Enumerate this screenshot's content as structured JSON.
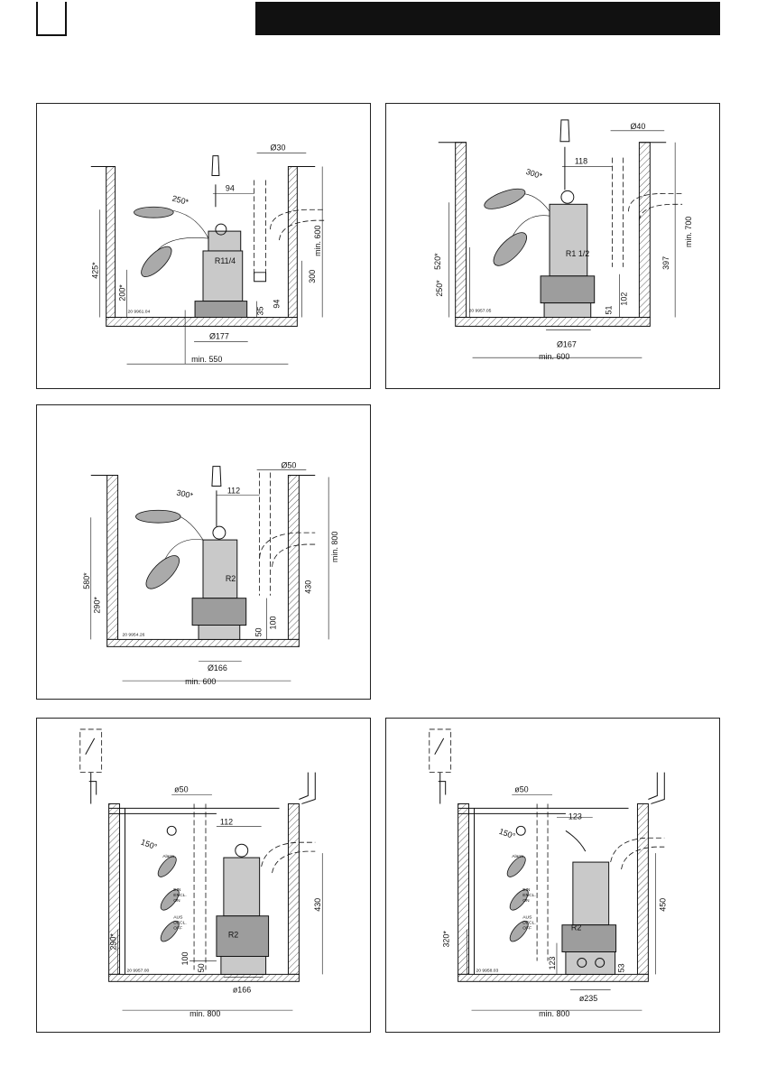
{
  "panels": {
    "p1": {
      "labels": {
        "d_pipe": "Ø30",
        "d_offset": "94",
        "cable": "250*",
        "thread": "R11/4",
        "h_total": "min. 600",
        "h_pipe": "300",
        "h_low": "94",
        "h_base": "35",
        "h_high": "425*",
        "h_mid": "200*",
        "drawing_no": "20 9961.04",
        "d_base": "Ø177",
        "w_min": "min. 550"
      }
    },
    "p2": {
      "labels": {
        "d_pipe": "Ø40",
        "d_offset": "118",
        "cable": "300*",
        "thread": "R1 1/2",
        "h_total": "min. 700",
        "h_pipe": "397",
        "h_low": "102",
        "h_base": "51",
        "h_high": "520*",
        "h_mid": "250*",
        "drawing_no": "20 9957.05",
        "d_base": "Ø167",
        "w_min": "min. 600"
      }
    },
    "p3": {
      "labels": {
        "d_pipe": "Ø50",
        "d_offset": "112",
        "cable": "300*",
        "thread": "R2",
        "h_total": "min. 800",
        "h_pipe": "430",
        "h_low": "100",
        "h_base": "50",
        "h_high": "580*",
        "h_mid": "290*",
        "drawing_no": "20 9954.26",
        "d_base": "Ø166",
        "w_min": "min. 600"
      }
    },
    "p4": {
      "labels": {
        "d_pipe": "ø50",
        "d_offset": "112",
        "angle": "150°",
        "alarm": "Alarm",
        "on1": "EIN",
        "on2": "ENCL.",
        "on3": "ON",
        "off1": "AUS",
        "off2": "DECL.",
        "off3": "OFF",
        "thread": "R2",
        "h_pipe": "430",
        "h_mid": "290*",
        "h_low": "100",
        "h_base": "50",
        "drawing_no": "20 9957.00",
        "d_base": "ø166",
        "w_min": "min. 800"
      }
    },
    "p5": {
      "labels": {
        "d_pipe": "ø50",
        "d_offset": "123",
        "angle": "150°",
        "alarm": "Alarm",
        "on1": "EIN",
        "on2": "ENCL.",
        "on3": "ON",
        "off1": "AUS",
        "off2": "DECL.",
        "off3": "OFF",
        "thread": "R2",
        "h_pipe": "450",
        "h_mid": "320*",
        "h_low": "123",
        "h_base": "53",
        "drawing_no": "20 9958.03",
        "d_base": "ø235",
        "w_min": "min. 800"
      }
    }
  }
}
